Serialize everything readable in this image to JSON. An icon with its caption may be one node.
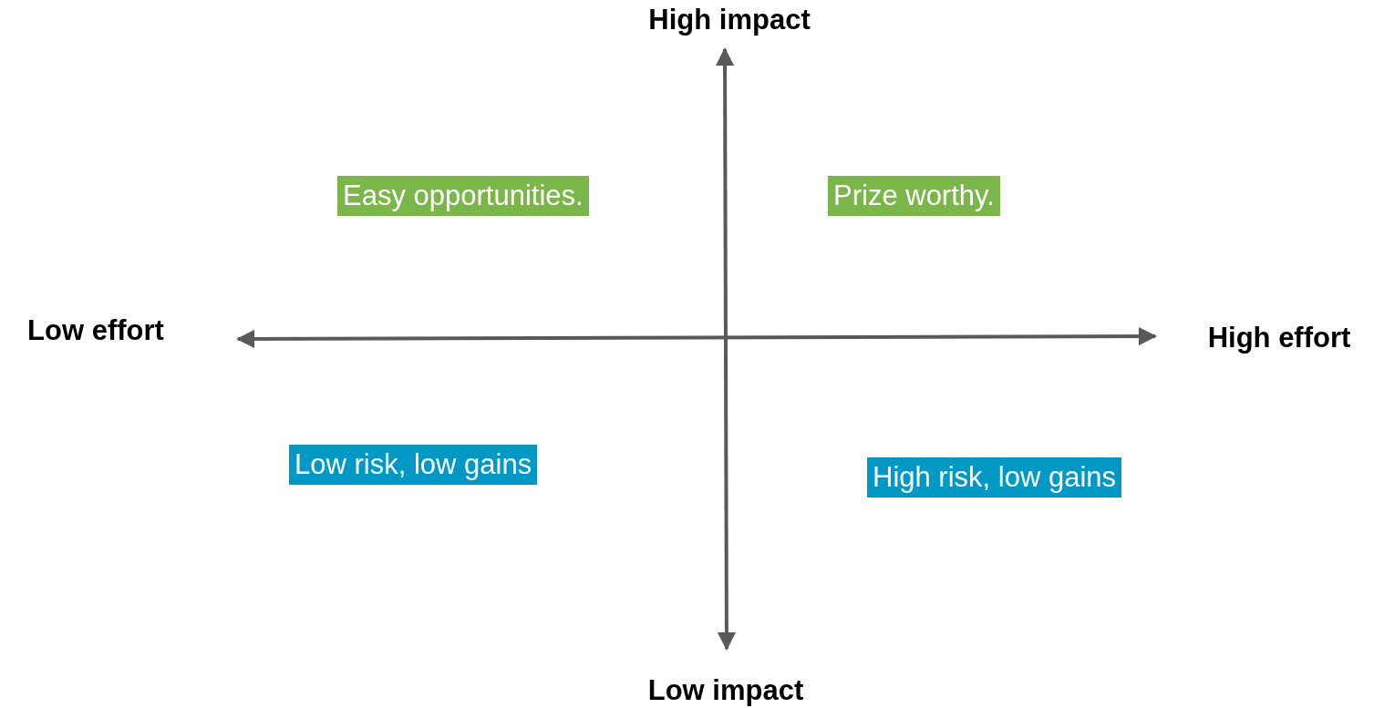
{
  "diagram": {
    "nodes": [
      {
        "text": [
          "Easy opportunities."
        ]
      },
      {
        "text": [
          "Prize worthy."
        ]
      },
      {
        "text": [
          "Low risk, low gains"
        ]
      },
      {
        "text": [
          "High risk, low gains"
        ]
      }
    ],
    "labels": [
      "High impact",
      "Low effort",
      "High effort",
      "Low impact"
    ]
  }
}
